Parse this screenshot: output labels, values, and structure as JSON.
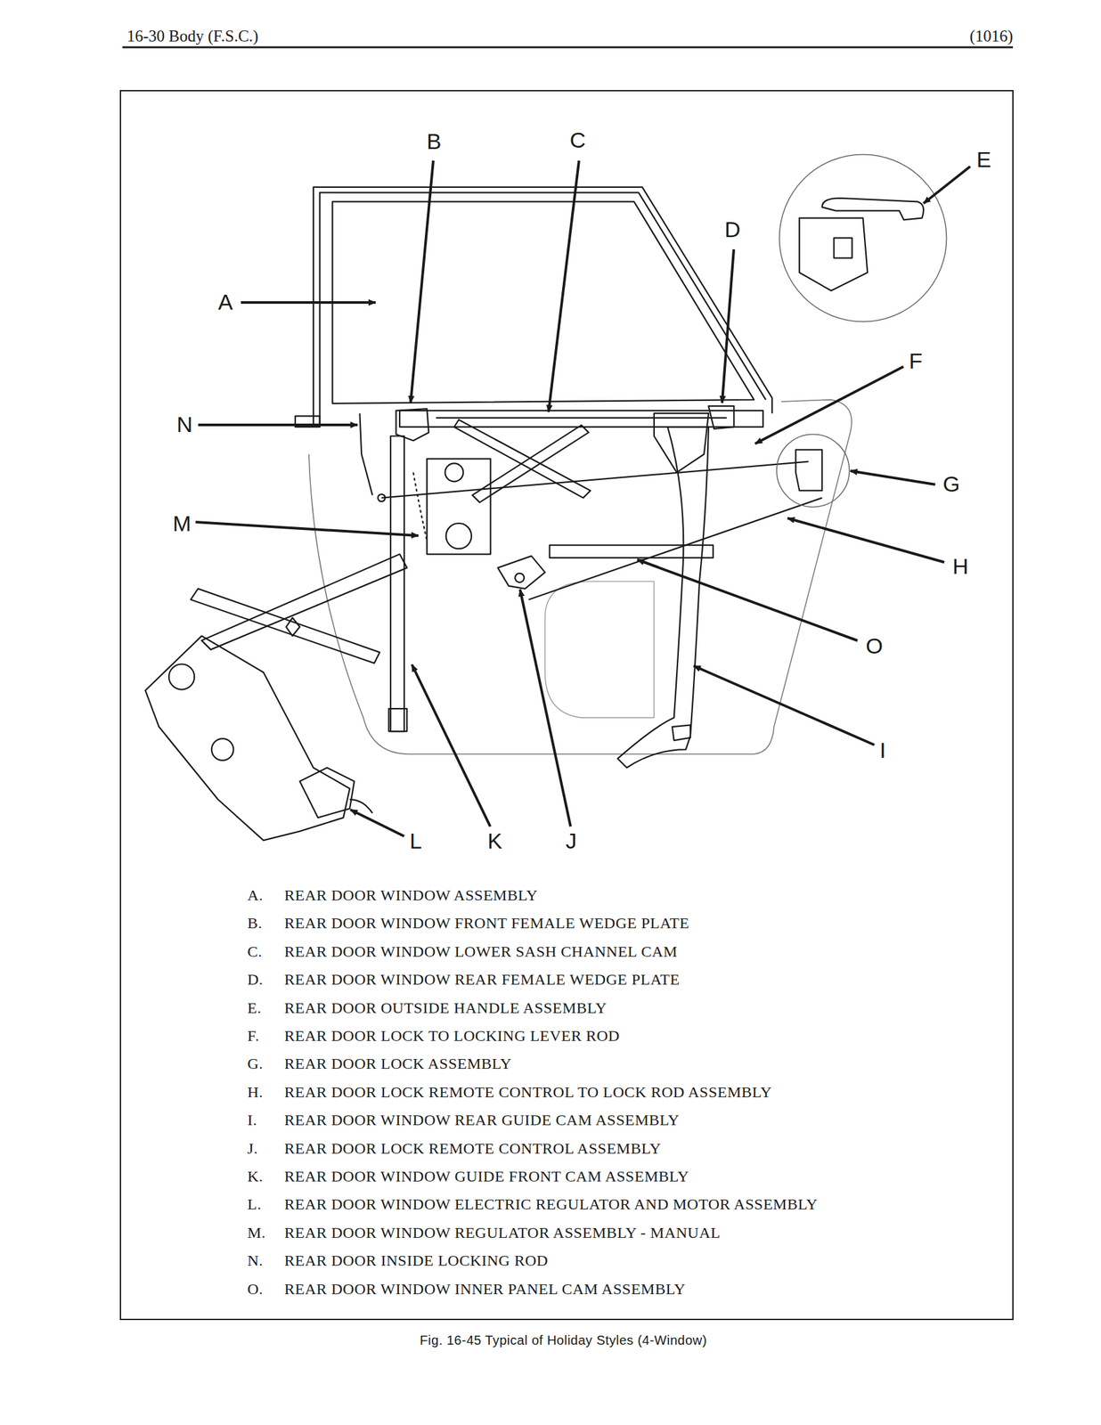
{
  "diagram": {
    "caption": "Fig. 16-45 Typical of Holiday Styles (4-Window)",
    "labels": [
      "16-30 Body (F.S.C.)",
      "(1016)",
      "B",
      "C",
      "D",
      "E",
      "A",
      "F",
      "N",
      "G",
      "M",
      "H",
      "O",
      "I",
      "L",
      "K",
      "J",
      "A.",
      "REAR DOOR WINDOW ASSEMBLY",
      "B.",
      "REAR DOOR WINDOW FRONT FEMALE WEDGE PLATE",
      "C.",
      "REAR DOOR WINDOW LOWER SASH CHANNEL CAM",
      "D.",
      "REAR DOOR WINDOW REAR FEMALE WEDGE PLATE",
      "E.",
      "REAR DOOR OUTSIDE HANDLE ASSEMBLY",
      "F.",
      "REAR DOOR LOCK TO LOCKING LEVER ROD",
      "G.",
      "REAR DOOR LOCK ASSEMBLY",
      "H.",
      "REAR DOOR LOCK REMOTE CONTROL TO LOCK ROD ASSEMBLY",
      "I.",
      "REAR DOOR WINDOW REAR GUIDE CAM ASSEMBLY",
      "J.",
      "REAR DOOR LOCK REMOTE CONTROL ASSEMBLY",
      "K.",
      "REAR DOOR WINDOW GUIDE FRONT CAM ASSEMBLY",
      "L.",
      "REAR DOOR WINDOW ELECTRIC REGULATOR AND MOTOR ASSEMBLY",
      "M.",
      "REAR DOOR WINDOW REGULATOR ASSEMBLY - MANUAL",
      "N.",
      "REAR DOOR INSIDE LOCKING ROD",
      "O.",
      "REAR DOOR WINDOW INNER PANEL CAM ASSEMBLY"
    ]
  }
}
